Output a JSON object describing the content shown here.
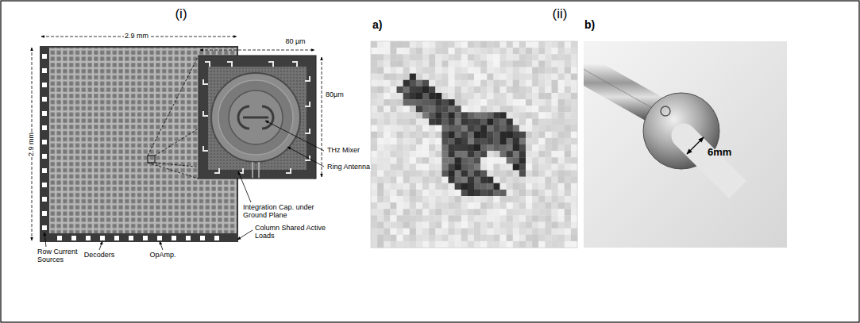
{
  "diagram": {
    "labels": [
      "(i)",
      "(ii)",
      "2.9 mm",
      "2.9 mm",
      "80 µm",
      "80µm",
      "THz Mixer",
      "Ring Antenna",
      "Integration Cap. under Ground Plane",
      "Row Current Sources",
      "Decoders",
      "OpAmp.",
      "Column Shared Active Loads",
      "a)",
      "b)",
      "6mm"
    ]
  }
}
